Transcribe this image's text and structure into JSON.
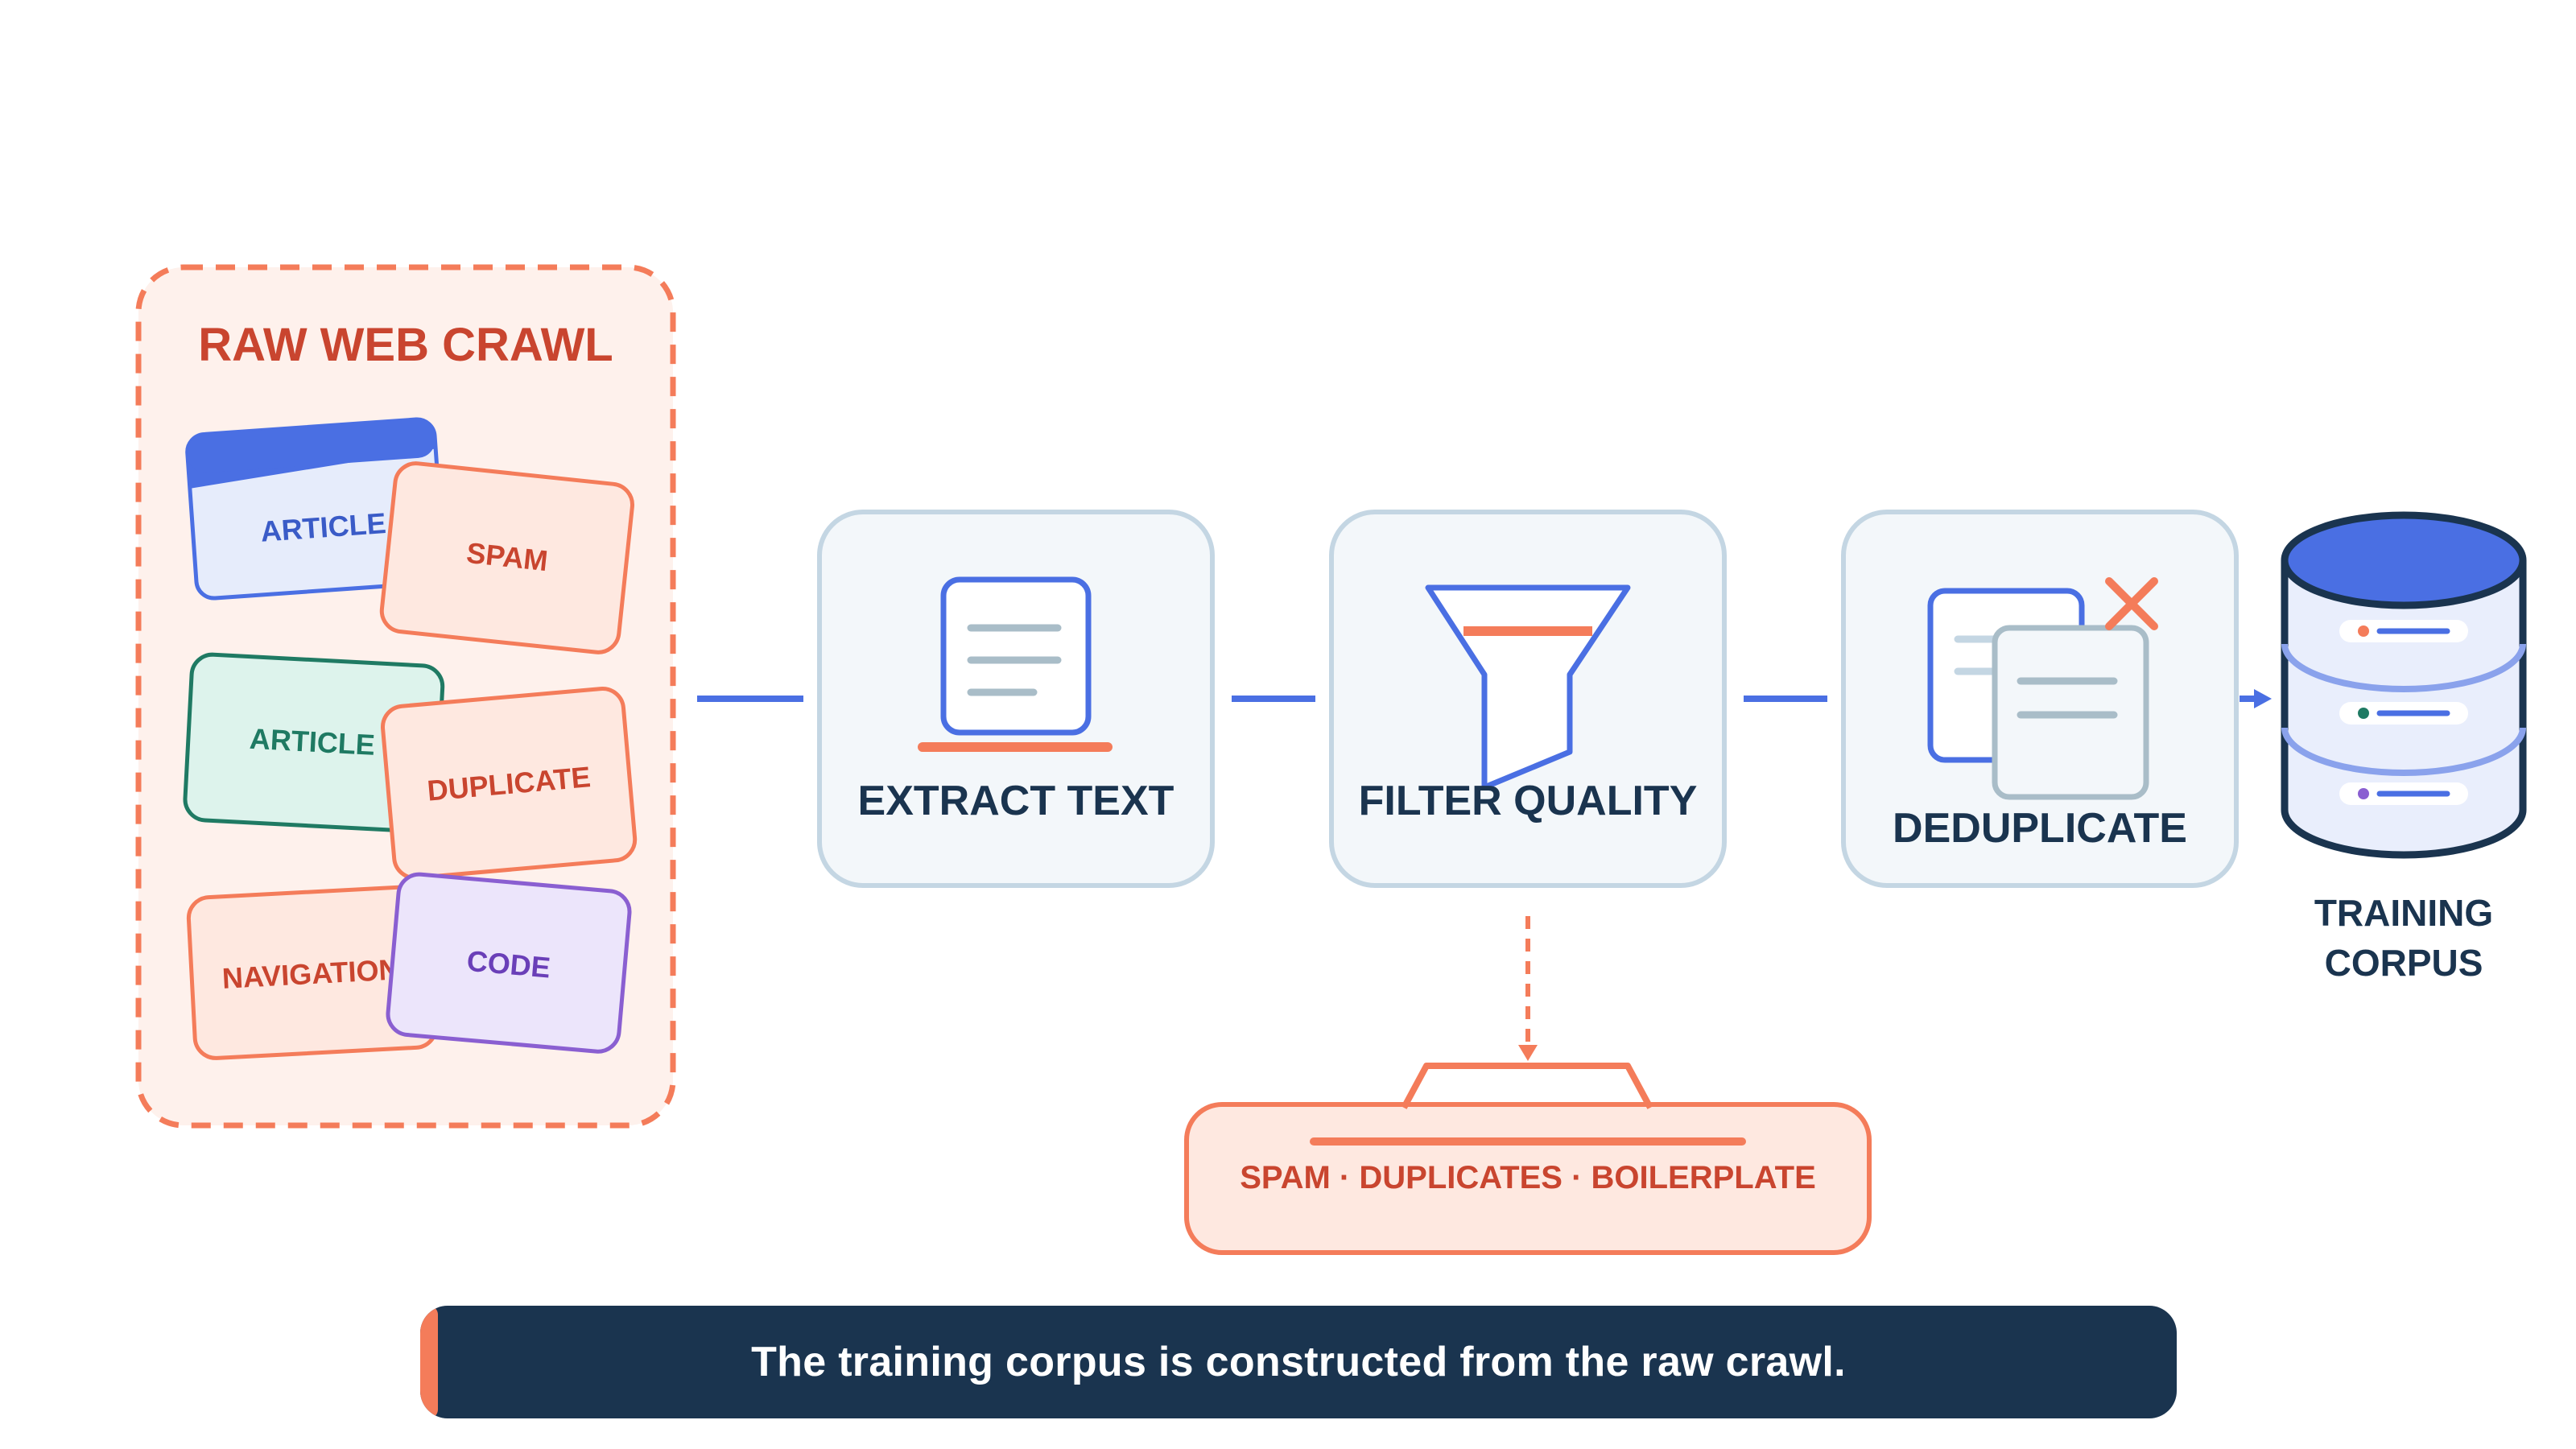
{
  "raw_crawl": {
    "title": "RAW WEB CRAWL",
    "cards": [
      {
        "label": "ARTICLE"
      },
      {
        "label": "SPAM"
      },
      {
        "label": "ARTICLE"
      },
      {
        "label": "DUPLICATE"
      },
      {
        "label": "NAVIGATION"
      },
      {
        "label": "CODE"
      }
    ]
  },
  "pipeline": {
    "stages": [
      {
        "label": "EXTRACT TEXT"
      },
      {
        "label": "FILTER QUALITY"
      },
      {
        "label": "DEDUPLICATE"
      }
    ]
  },
  "corpus": {
    "line1": "TRAINING",
    "line2": "CORPUS"
  },
  "rejected": {
    "label": "SPAM · DUPLICATES · BOILERPLATE"
  },
  "caption": {
    "text": "The training corpus is constructed from the raw crawl."
  },
  "colors": {
    "accent_orange": "#f47c5a",
    "text_red": "#c9452f",
    "blue": "#4a6fe3",
    "green": "#1f7a63",
    "purple": "#8a5fd1",
    "navy": "#1a344f"
  }
}
